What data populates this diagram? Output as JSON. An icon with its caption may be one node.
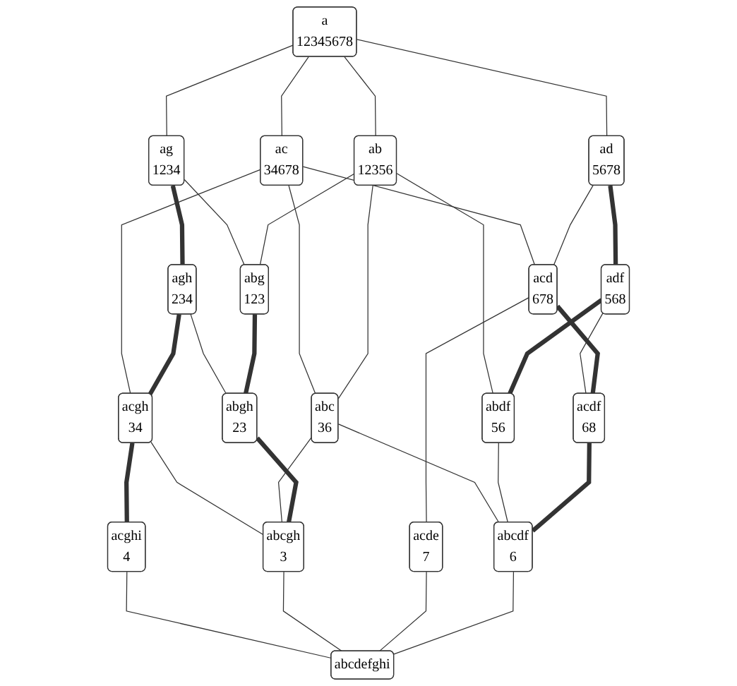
{
  "diagram": {
    "nodes": [
      {
        "text": [
          "a",
          "12345678"
        ]
      },
      {
        "text": [
          "ag",
          "1234"
        ]
      },
      {
        "text": [
          "ac",
          "34678"
        ]
      },
      {
        "text": [
          "ab",
          "12356"
        ]
      },
      {
        "text": [
          "ad",
          "5678"
        ]
      },
      {
        "text": [
          "agh",
          "234"
        ]
      },
      {
        "text": [
          "adf",
          "568"
        ]
      },
      {
        "text": [
          "acgh",
          "34"
        ]
      },
      {
        "text": [
          "abg",
          "123"
        ]
      },
      {
        "text": [
          "abc",
          "36"
        ]
      },
      {
        "text": [
          "acd",
          "678"
        ]
      },
      {
        "text": [
          "abdf",
          "56"
        ]
      },
      {
        "text": [
          "abgh",
          "23"
        ]
      },
      {
        "text": [
          "acdf",
          "68"
        ]
      },
      {
        "text": [
          "acghi",
          "4"
        ]
      },
      {
        "text": [
          "abcgh",
          "3"
        ]
      },
      {
        "text": [
          "acde",
          "7"
        ]
      },
      {
        "text": [
          "abcdf",
          "6"
        ]
      },
      {
        "text": [
          "abcdefghi"
        ]
      }
    ],
    "edges": [
      {
        "from": 0,
        "to": 1,
        "arrow": "none"
      },
      {
        "from": 0,
        "to": 2,
        "arrow": "none"
      },
      {
        "from": 0,
        "to": 3,
        "arrow": "none"
      },
      {
        "from": 0,
        "to": 4,
        "arrow": "none"
      },
      {
        "from": 1,
        "to": 5,
        "arrow": "none",
        "style": "thick"
      },
      {
        "from": 1,
        "to": 8,
        "arrow": "none"
      },
      {
        "from": 2,
        "to": 7,
        "arrow": "none"
      },
      {
        "from": 2,
        "to": 9,
        "arrow": "none"
      },
      {
        "from": 2,
        "to": 10,
        "arrow": "none"
      },
      {
        "from": 3,
        "to": 8,
        "arrow": "none"
      },
      {
        "from": 3,
        "to": 9,
        "arrow": "none"
      },
      {
        "from": 3,
        "to": 11,
        "arrow": "none"
      },
      {
        "from": 4,
        "to": 6,
        "arrow": "none",
        "style": "thick"
      },
      {
        "from": 4,
        "to": 10,
        "arrow": "none"
      },
      {
        "from": 5,
        "to": 7,
        "arrow": "none",
        "style": "thick"
      },
      {
        "from": 5,
        "to": 12,
        "arrow": "none"
      },
      {
        "from": 6,
        "to": 11,
        "arrow": "none",
        "style": "thick"
      },
      {
        "from": 6,
        "to": 13,
        "arrow": "none"
      },
      {
        "from": 7,
        "to": 14,
        "arrow": "none",
        "style": "thick"
      },
      {
        "from": 7,
        "to": 15,
        "arrow": "none"
      },
      {
        "from": 8,
        "to": 12,
        "arrow": "none",
        "style": "thick"
      },
      {
        "from": 9,
        "to": 15,
        "arrow": "none"
      },
      {
        "from": 9,
        "to": 17,
        "arrow": "none"
      },
      {
        "from": 10,
        "to": 13,
        "arrow": "none",
        "style": "thick"
      },
      {
        "from": 10,
        "to": 16,
        "arrow": "none"
      },
      {
        "from": 11,
        "to": 17,
        "arrow": "none"
      },
      {
        "from": 12,
        "to": 15,
        "arrow": "none",
        "style": "thick"
      },
      {
        "from": 13,
        "to": 17,
        "arrow": "none",
        "style": "thick"
      },
      {
        "from": 14,
        "to": 18,
        "arrow": "none"
      },
      {
        "from": 15,
        "to": 18,
        "arrow": "none"
      },
      {
        "from": 16,
        "to": 18,
        "arrow": "none"
      },
      {
        "from": 17,
        "to": 18,
        "arrow": "none"
      }
    ]
  }
}
